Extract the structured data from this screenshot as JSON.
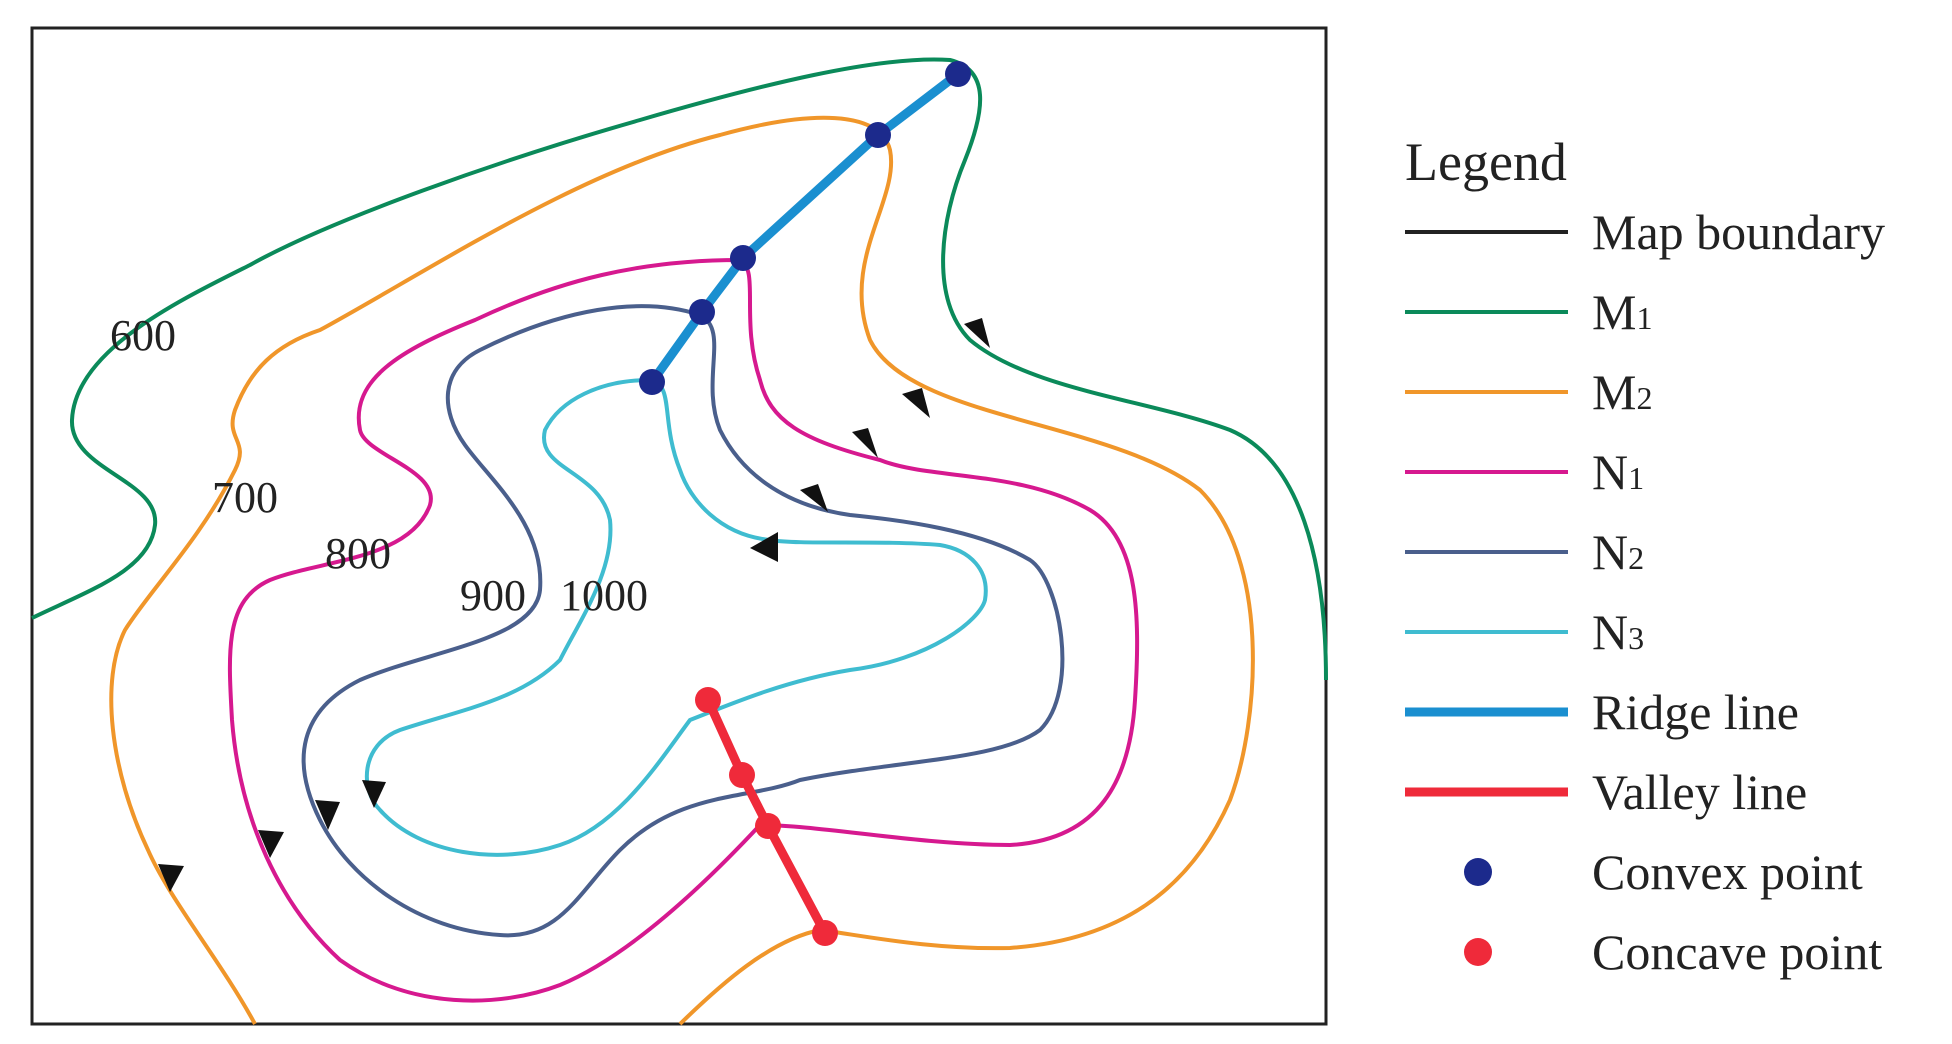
{
  "contour_labels": [
    "600",
    "700",
    "800",
    "900",
    "1000"
  ],
  "legend": {
    "title": "Legend",
    "items": [
      {
        "key": "boundary",
        "label": "Map boundary",
        "sub": "",
        "color": "#222222",
        "kind": "line"
      },
      {
        "key": "m1",
        "label": "M",
        "sub": "1",
        "color": "#0b8a5a",
        "kind": "line"
      },
      {
        "key": "m2",
        "label": "M",
        "sub": "2",
        "color": "#f0962a",
        "kind": "line"
      },
      {
        "key": "n1",
        "label": "N",
        "sub": "1",
        "color": "#d6198f",
        "kind": "line"
      },
      {
        "key": "n2",
        "label": "N",
        "sub": "2",
        "color": "#4a5f8c",
        "kind": "line"
      },
      {
        "key": "n3",
        "label": "N",
        "sub": "3",
        "color": "#3fbcd0",
        "kind": "line"
      },
      {
        "key": "ridge",
        "label": "Ridge line",
        "sub": "",
        "color": "#1a8fd0",
        "kind": "thick"
      },
      {
        "key": "valley",
        "label": "Valley line",
        "sub": "",
        "color": "#ef2a3a",
        "kind": "thick"
      },
      {
        "key": "convex",
        "label": "Convex point",
        "sub": "",
        "color": "#1c2a8c",
        "kind": "dot"
      },
      {
        "key": "concave",
        "label": "Concave point",
        "sub": "",
        "color": "#ef2a3a",
        "kind": "dot"
      }
    ]
  }
}
